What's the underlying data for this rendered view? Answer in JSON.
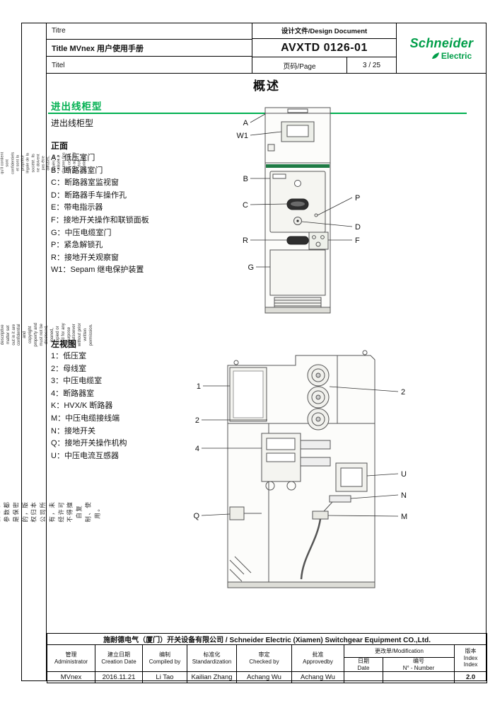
{
  "colors": {
    "brand_green": "#009E49",
    "heading_green": "#00B050",
    "cabinet_band_green": "#1E7A44",
    "warning_yellow": "#FFD500"
  },
  "header": {
    "titre": "Titre",
    "title": "Title MVnex 用户使用手册",
    "titel": "Titel",
    "design_document": "设计文件/Design Document",
    "document_number": "AVXTD 0126-01",
    "page_label": "页码/Page",
    "page_value": "3 / 25",
    "brand_line1": "Schneider",
    "brand_line2": "Electric"
  },
  "sidebar": {
    "fr": "Ce document et toutes les informations et données qu'il contient sont confidentiels et sont la propriété légale de la société. Ils ne doivent pas être diffusés, copiés ou utilisés à d'autres fins que ce soit sans accord écrit préalable.",
    "en": "This document and any information or descriptive matter set out in it are confidential and copyright property and must not be disclosed, loaned, copied or used for any purpose whatsoever without prior written permission.",
    "zh": "本文件及包含的所有信息和参数都是保密的，版权归本公司所有，未经许可不得擅自复制、使用。"
  },
  "content": {
    "page_title": "概述",
    "section_heading": "进出线柜型",
    "section_subheading": "进出线柜型",
    "front": {
      "title": "正面",
      "items": [
        "A：低压室门",
        "B：断路器室门",
        "C：断路器室监视窗",
        "D：断路器手车操作孔",
        "E：带电指示器",
        "F：接地开关操作和联锁面板",
        "G：中压电缆室门",
        "P：紧急解锁孔",
        "R：接地开关观察窗",
        "W1：Sepam 继电保护装置"
      ]
    },
    "left_view": {
      "title": "左视图",
      "items": [
        "1：低压室",
        "2：母线室",
        "3：中压电缆室",
        "4：断路器室",
        "K：HVX/K 断路器",
        "M：中压电缆接线端",
        "N：接地开关",
        "Q：接地开关操作机构",
        "U：中压电流互感器"
      ]
    }
  },
  "front_diagram": {
    "labels": {
      "a": "A",
      "w1": "W1",
      "b": "B",
      "c": "C",
      "p": "P",
      "d": "D",
      "r": "R",
      "f": "F",
      "g": "G"
    }
  },
  "side_diagram": {
    "labels": {
      "c1": "1",
      "c2_left": "2",
      "c4": "4",
      "c2_right": "2",
      "u": "U",
      "n": "N",
      "m": "M",
      "q": "Q"
    }
  },
  "footer": {
    "company": "施耐德电气（厦门）开关设备有限公司 / Schneider Electric  (Xiamen) Switchgear Equipment CO.,Ltd.",
    "headers": {
      "admin": "管理\nAdministrator",
      "creation": "建立日期\nCreation Date",
      "compiled": "编制\nCompiled by",
      "standard": "标准化\nStandardization",
      "checked": "审定\nChecked by",
      "approved": "批准\nApprovedby",
      "modification": "更改单/Modification",
      "mod_date": "日期\nDate",
      "mod_number": "编号\nN° - Number",
      "index": "版本\nIndex\nIndex"
    },
    "values": {
      "admin": "MVnex",
      "creation": "2016.11.21",
      "compiled": "Li Tao",
      "standard": "Kailian Zhang",
      "checked": "Achang Wu",
      "approved": "Achang Wu",
      "mod_date": "",
      "mod_number": "",
      "index": "2.0"
    }
  }
}
